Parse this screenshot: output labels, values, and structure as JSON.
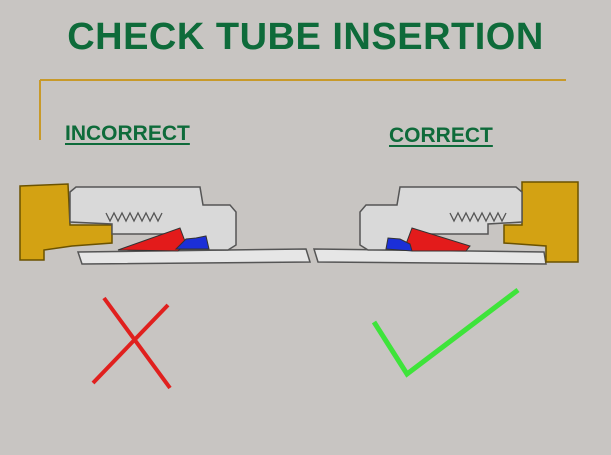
{
  "title": "CHECK TUBE INSERTION",
  "panels": {
    "incorrect": {
      "label": "INCORRECT",
      "mark": "x-mark-icon",
      "mark_color": "#e0201e"
    },
    "correct": {
      "label": "CORRECT",
      "mark": "check-mark-icon",
      "mark_color": "#3ee43a"
    }
  },
  "colors": {
    "background": "#c8c5c2",
    "title": "#0e6b3a",
    "rule": "#c89a2a",
    "fitting_body": "#d3a213",
    "nut": "#d9d9d9",
    "tube": "#e6e6e6",
    "front_ferrule": "#e31b1b",
    "back_ferrule": "#1b2fd8"
  }
}
